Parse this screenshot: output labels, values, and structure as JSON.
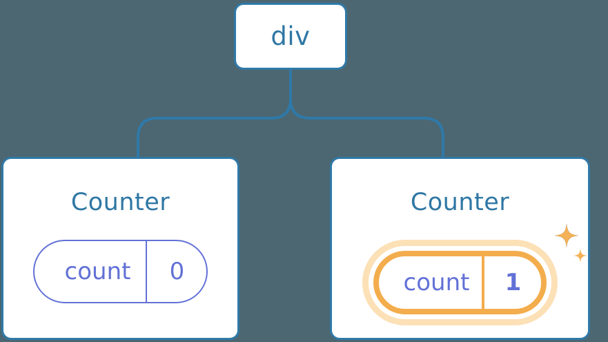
{
  "diagram": {
    "title": "React component tree with highlighted state update",
    "type": "component-tree",
    "background_color": "#4c6771",
    "node_border_color": "#2f79a8",
    "node_text_color": "#2f77a4",
    "state_accent_color": "#6271d6",
    "highlight_color": "#f3ad4d",
    "highlight_glow_color": "#fce0b6",
    "connector_color": "#2f79a8"
  },
  "root": {
    "label": "div"
  },
  "children": [
    {
      "label": "Counter",
      "state": {
        "key": "count",
        "value": "0",
        "highlighted": false
      }
    },
    {
      "label": "Counter",
      "state": {
        "key": "count",
        "value": "1",
        "highlighted": true
      },
      "sparkles": [
        {
          "name": "sparkle-large"
        },
        {
          "name": "sparkle-small"
        }
      ]
    }
  ]
}
